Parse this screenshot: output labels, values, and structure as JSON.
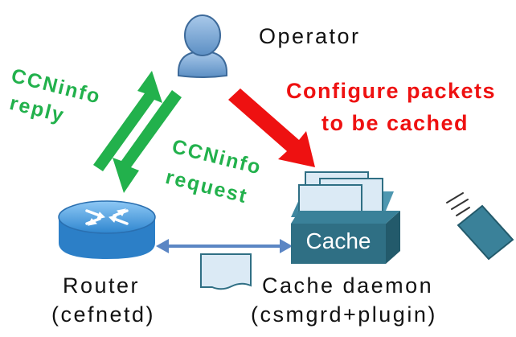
{
  "labels": {
    "operator": "Operator",
    "ccninfo_reply_line1": "CCNinfo",
    "ccninfo_reply_line2": "reply",
    "ccninfo_request_line1": "CCNinfo",
    "ccninfo_request_line2": "request",
    "configure_line1": "Configure packets",
    "configure_line2": "to be cached",
    "cache": "Cache",
    "router_line1": "Router",
    "router_line2": "(cefnetd)",
    "cache_daemon_line1": "Cache daemon",
    "cache_daemon_line2": "(csmgrd+plugin)"
  },
  "colors": {
    "green": "#22b14c",
    "red": "#ee1111",
    "router_blue": "#3f8fd2",
    "cache_teal": "#2f6f84",
    "link_blue": "#5b86c4",
    "text": "#111111"
  },
  "icons": [
    "operator-person-icon",
    "router-icon",
    "cache-server-icon",
    "data-packet-icon",
    "sensor-device-icon"
  ]
}
